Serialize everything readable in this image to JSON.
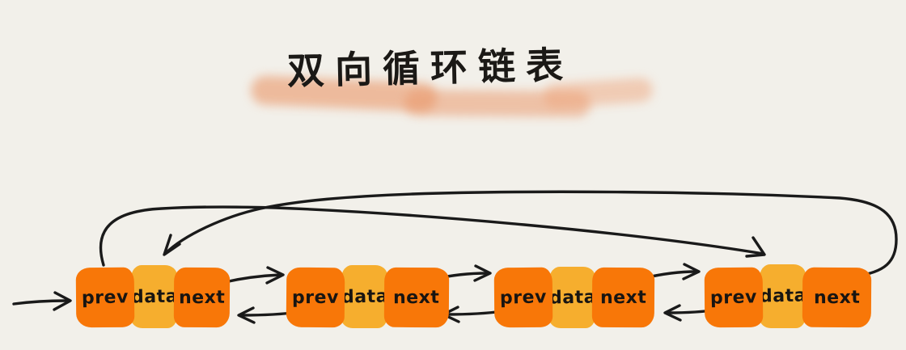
{
  "title": "双向循环链表",
  "colors": {
    "background": "#f2f0ea",
    "pointer_cell": "#f87708",
    "data_cell": "#f6ae2e",
    "ink": "#1a1a1a",
    "title_highlight": "#eb9667"
  },
  "nodes": [
    {
      "name": "node-1",
      "cells": {
        "prev": "prev",
        "data": "data",
        "next": "next"
      }
    },
    {
      "name": "node-2",
      "cells": {
        "prev": "prev",
        "data": "data",
        "next": "next"
      }
    },
    {
      "name": "node-3",
      "cells": {
        "prev": "prev",
        "data": "data",
        "next": "next"
      }
    },
    {
      "name": "node-4",
      "cells": {
        "prev": "prev",
        "data": "data",
        "next": "next"
      }
    }
  ],
  "edges": [
    {
      "name": "entry-arrow",
      "type": "entry",
      "to": "node-1.prev"
    },
    {
      "name": "next-arrow-1-2",
      "type": "next",
      "from": "node-1.next",
      "to": "node-2.prev"
    },
    {
      "name": "next-arrow-2-3",
      "type": "next",
      "from": "node-2.next",
      "to": "node-3.prev"
    },
    {
      "name": "next-arrow-3-4",
      "type": "next",
      "from": "node-3.next",
      "to": "node-4.prev"
    },
    {
      "name": "prev-arrow-2-1",
      "type": "prev",
      "from": "node-2.prev",
      "to": "node-1.next"
    },
    {
      "name": "prev-arrow-3-2",
      "type": "prev",
      "from": "node-3.prev",
      "to": "node-2.next"
    },
    {
      "name": "prev-arrow-4-3",
      "type": "prev",
      "from": "node-4.prev",
      "to": "node-3.next"
    },
    {
      "name": "circular-prev-arrow",
      "type": "prev",
      "from": "node-1.prev",
      "to": "node-4.data"
    },
    {
      "name": "circular-next-arrow",
      "type": "next",
      "from": "node-4.next",
      "to": "node-1.data"
    }
  ]
}
